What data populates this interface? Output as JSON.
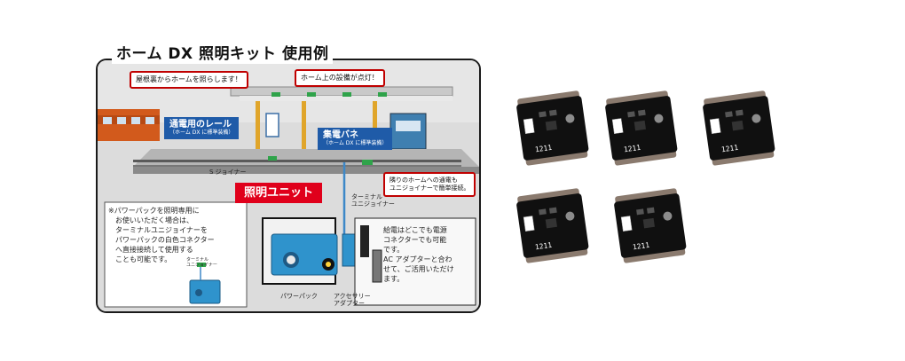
{
  "title": "ホーム DX 照明キット 使用例",
  "callouts": {
    "roof": "屋根裏からホームを照らします！",
    "facility": "ホーム上の設備が点灯！",
    "adjacent": "隣りのホームへの通電も\nユニジョイナーで簡単接続。"
  },
  "labels": {
    "rail_title": "通電用のレール",
    "rail_sub": "（ホーム DX に標準装備）",
    "panel_title": "集電バネ",
    "panel_sub": "（ホーム DX に標準装備）",
    "lighting_unit": "照明ユニット",
    "s_joiner": "S ジョイナー",
    "terminal_joiner": "ターミナル\nユニジョイナー",
    "terminal_joiner_small": "ターミナル\nユニジョイナー",
    "power_pack": "パワーパック",
    "accessory_adapter": "アクセサリー\nアダプター"
  },
  "notes": {
    "power_pack_note": "※パワーパックを照明専用に\n　お使いいただく場合は、\n　ターミナルユニジョイナーを\n　パワーパックの白色コネクター\n　へ直接接続して使用する\n　ことも可能です。",
    "feed_note": "給電はどこでも電源\nコネクターでも可能\nです。\nAC アダプターと合わ\nせて、ご活用いただけ\nます。"
  },
  "product": {
    "unit_marking": "1211",
    "unit_count": 5
  },
  "colors": {
    "callout_border": "#c00000",
    "label_blue": "#1f5ba8",
    "label_red": "#e0001b",
    "led": "#ffffff",
    "pcb": "#101010",
    "clip_metal": "#8a7a6e"
  }
}
